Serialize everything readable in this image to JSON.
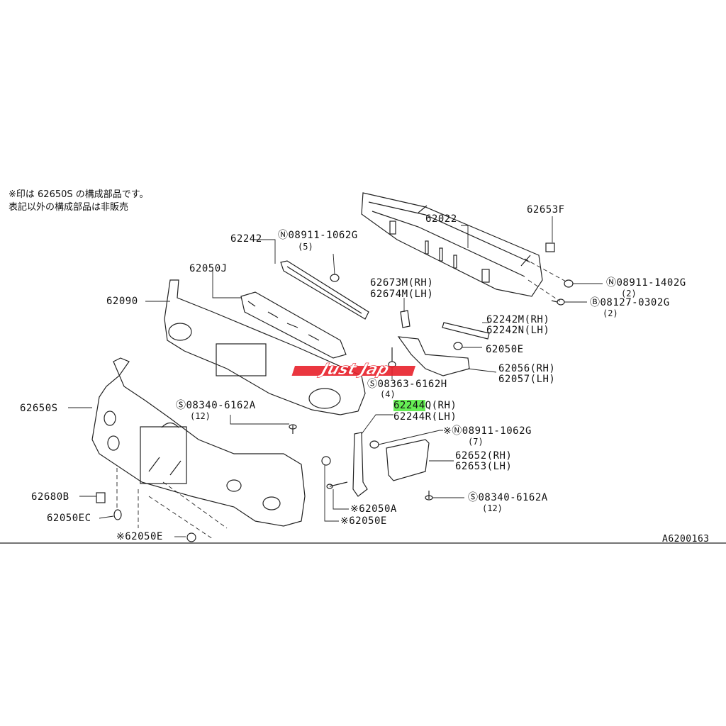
{
  "notes": {
    "line1": "※印は 62650S の構成部品です。",
    "line2": "表記以外の構成部品は非販売"
  },
  "labels": {
    "p62022": "62022",
    "p62653F": "62653F",
    "p62242": "62242",
    "n08911_1062G_top": "Ⓝ08911-1062G",
    "n08911_1062G_top_qty": "(5)",
    "p62050J": "62050J",
    "p62090": "62090",
    "p62673M": "62673M(RH)",
    "p62674M": "62674M(LH)",
    "n08911_1402G": "Ⓝ08911-1402G",
    "n08911_1402G_qty": "(2)",
    "b08127_0302G": "Ⓑ08127-0302G",
    "b08127_0302G_qty": "(2)",
    "p62242M": "62242M(RH)",
    "p62242N": "62242N(LH)",
    "p62050E_mid": "62050E",
    "p62056": "62056(RH)",
    "p62057": "62057(LH)",
    "s08363_6162H": "Ⓢ08363-6162H",
    "s08363_6162H_qty": "(4)",
    "p62650S": "62650S",
    "s08340_6162A_left": "Ⓢ08340-6162A",
    "s08340_6162A_left_qty": "(12)",
    "p62244Q_hl": "62244",
    "p62244Q_rest": "Q(RH)",
    "p62244R": "62244R(LH)",
    "n08911_1062G_mid": "※Ⓝ08911-1062G",
    "n08911_1062G_mid_qty": "(7)",
    "p62652": "62652(RH)",
    "p62653": "62653(LH)",
    "p62680B": "62680B",
    "p62050EC": "62050EC",
    "p62050E_bottom": "※62050E",
    "p62050A": "※62050A",
    "p62050E_lower": "※62050E",
    "s08340_6162A_right": "Ⓢ08340-6162A",
    "s08340_6162A_right_qty": "(12)",
    "diagram_code": "A6200163"
  },
  "watermark": "Just Jap",
  "colors": {
    "highlight": "#66ee55",
    "watermark": "#e8202a"
  }
}
